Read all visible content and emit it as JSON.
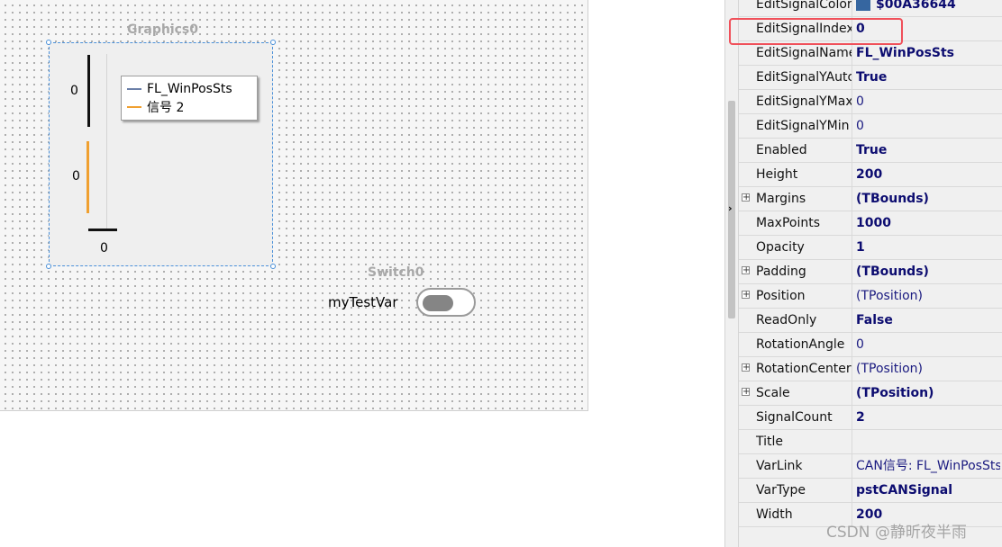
{
  "canvas": {
    "graphics": {
      "caption": "Graphics0",
      "y_top_value": "0",
      "y_bottom_value": "0",
      "x_value": "0",
      "legend": [
        {
          "label": "FL_WinPosSts",
          "color": "#6b7fa8"
        },
        {
          "label": "信号 2",
          "color": "#f0a030"
        }
      ]
    },
    "switch": {
      "caption": "Switch0",
      "label": "myTestVar"
    }
  },
  "inspector": {
    "properties": [
      {
        "name": "EditSignalColor",
        "value": "$00A36644",
        "bold": true,
        "swatch": "#3666a0"
      },
      {
        "name": "EditSignalIndex",
        "value": "0",
        "bold": true
      },
      {
        "name": "EditSignalName",
        "value": "FL_WinPosSts",
        "bold": true
      },
      {
        "name": "EditSignalYAutc",
        "value": "True",
        "bold": true
      },
      {
        "name": "EditSignalYMax",
        "value": "0",
        "bold": false
      },
      {
        "name": "EditSignalYMin",
        "value": "0",
        "bold": false
      },
      {
        "name": "Enabled",
        "value": "True",
        "bold": true
      },
      {
        "name": "Height",
        "value": "200",
        "bold": true
      },
      {
        "name": "Margins",
        "value": "(TBounds)",
        "bold": true,
        "expandable": true
      },
      {
        "name": "MaxPoints",
        "value": "1000",
        "bold": true
      },
      {
        "name": "Opacity",
        "value": "1",
        "bold": true
      },
      {
        "name": "Padding",
        "value": "(TBounds)",
        "bold": true,
        "expandable": true
      },
      {
        "name": "Position",
        "value": "(TPosition)",
        "bold": false,
        "expandable": true
      },
      {
        "name": "ReadOnly",
        "value": "False",
        "bold": true
      },
      {
        "name": "RotationAngle",
        "value": "0",
        "bold": false
      },
      {
        "name": "RotationCenter",
        "value": "(TPosition)",
        "bold": false,
        "expandable": true
      },
      {
        "name": "Scale",
        "value": "(TPosition)",
        "bold": true,
        "expandable": true
      },
      {
        "name": "SignalCount",
        "value": "2",
        "bold": true
      },
      {
        "name": "Title",
        "value": "",
        "bold": false
      },
      {
        "name": "VarLink",
        "value": "CAN信号: FL_WinPosSts",
        "bold": false
      },
      {
        "name": "VarType",
        "value": "pstCANSignal",
        "bold": true
      },
      {
        "name": "Width",
        "value": "200",
        "bold": true
      }
    ],
    "expand_symbol": "+",
    "collapse_arrow": "›"
  },
  "watermark": "CSDN @静昕夜半雨"
}
